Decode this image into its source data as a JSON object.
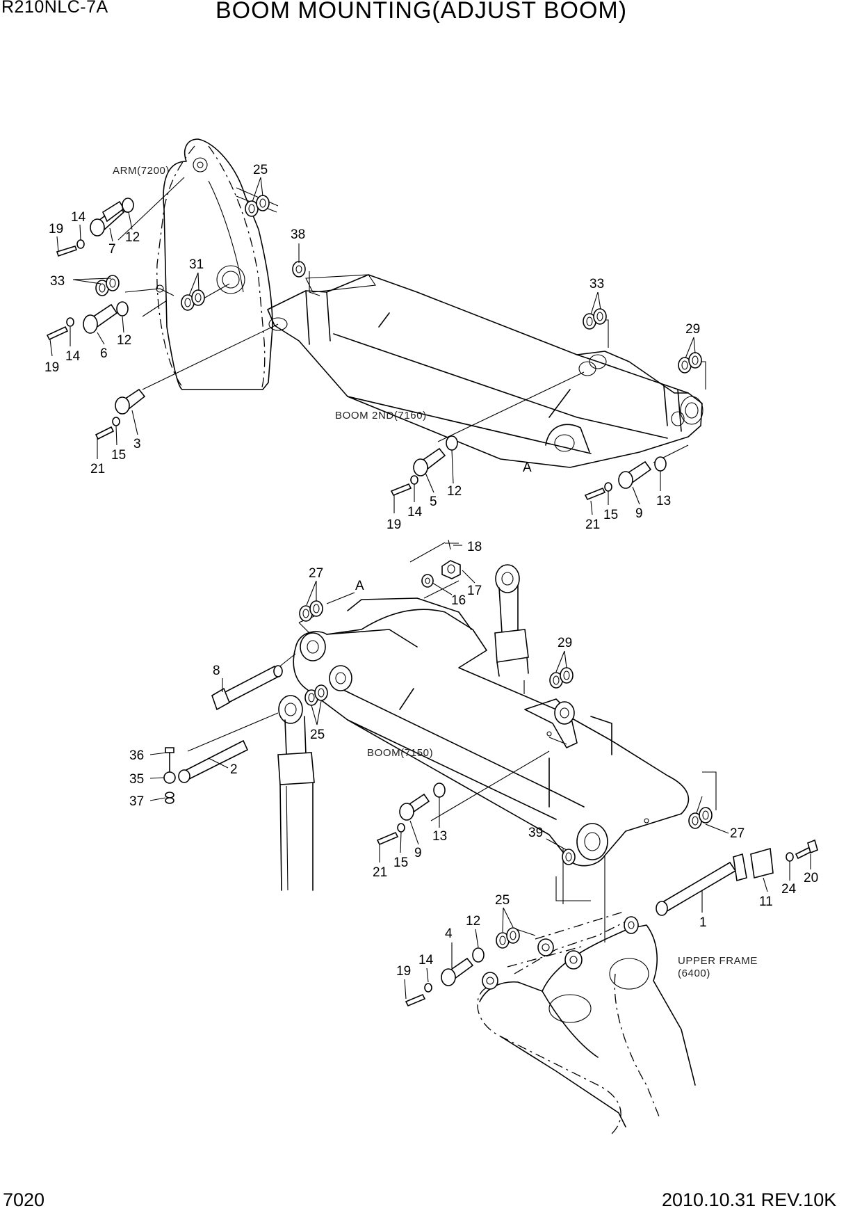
{
  "header": {
    "model": "R210NLC-7A",
    "title": "BOOM MOUNTING(ADJUST BOOM)"
  },
  "footer": {
    "page": "7020",
    "revision": "2010.10.31  REV.10K"
  },
  "captions": {
    "arm": "ARM(7200)",
    "boom_2nd": "BOOM 2ND(7160)",
    "boom": "BOOM(7150)",
    "upper_frame_1": "UPPER FRAME",
    "upper_frame_2": "(6400)"
  },
  "callouts": {
    "c25a": "25",
    "c14a": "14",
    "c19a": "19",
    "c7": "7",
    "c12a": "12",
    "c38": "38",
    "c33a": "33",
    "c31": "31",
    "c33b": "33",
    "c29a": "29",
    "c12b": "12",
    "c19b": "19",
    "c14b": "14",
    "c6": "6",
    "c21a": "21",
    "c15a": "15",
    "c3": "3",
    "cA1": "A",
    "c12c": "12",
    "c19c": "19",
    "c14c": "14",
    "c5": "5",
    "c13a": "13",
    "c21b": "21",
    "c15b": "15",
    "c9a": "9",
    "c18": "18",
    "c27a": "27",
    "cA2": "A",
    "c16": "16",
    "c17": "17",
    "c29b": "29",
    "c8": "8",
    "c25b": "25",
    "c36": "36",
    "c35": "35",
    "c37": "37",
    "c2": "2",
    "c13b": "13",
    "c9b": "9",
    "c21c": "21",
    "c15c": "15",
    "c39": "39",
    "c27b": "27",
    "c20": "20",
    "c24": "24",
    "c11": "11",
    "c25c": "25",
    "c12d": "12",
    "c1": "1",
    "c4": "4",
    "c14d": "14",
    "c19d": "19"
  }
}
